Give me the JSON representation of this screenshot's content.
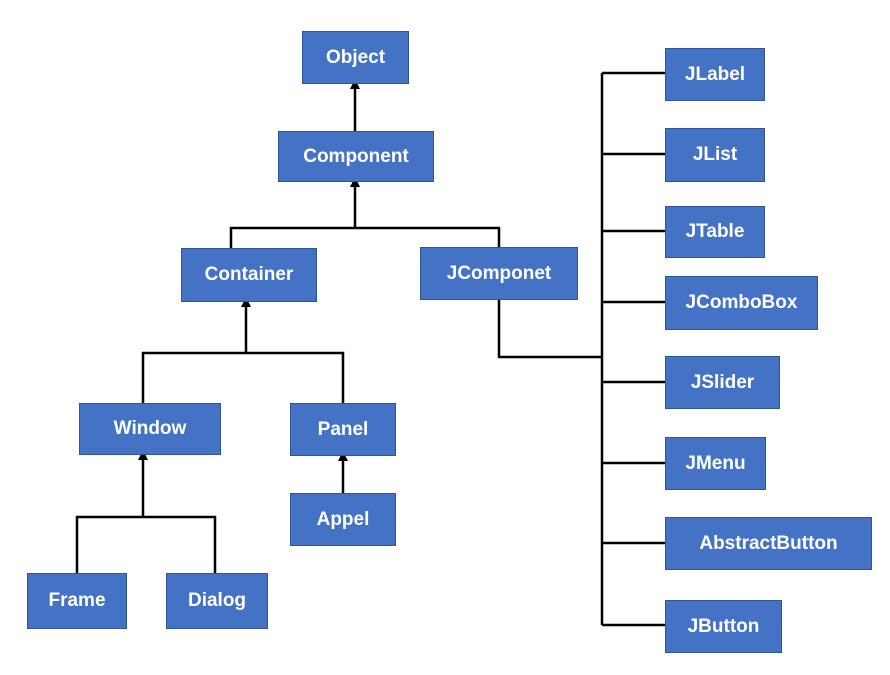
{
  "diagram": {
    "nodes": {
      "object": "Object",
      "component": "Component",
      "container": "Container",
      "jcomponent": "JComponet",
      "window": "Window",
      "panel": "Panel",
      "applet": "Appel",
      "frame": "Frame",
      "dialog": "Dialog",
      "jlabel": "JLabel",
      "jlist": "JList",
      "jtable": "JTable",
      "jcombobox": "JComboBox",
      "jslider": "JSlider",
      "jmenu": "JMenu",
      "abstractbutton": "AbstractButton",
      "jbutton": "JButton"
    },
    "edges": [
      {
        "from": "component",
        "to": "object"
      },
      {
        "from": "container",
        "to": "component"
      },
      {
        "from": "jcomponent",
        "to": "component"
      },
      {
        "from": "window",
        "to": "container"
      },
      {
        "from": "panel",
        "to": "container"
      },
      {
        "from": "applet",
        "to": "panel"
      },
      {
        "from": "frame",
        "to": "window"
      },
      {
        "from": "dialog",
        "to": "window"
      },
      {
        "from": "jlabel",
        "to": "jcomponent"
      },
      {
        "from": "jlist",
        "to": "jcomponent"
      },
      {
        "from": "jtable",
        "to": "jcomponent"
      },
      {
        "from": "jcombobox",
        "to": "jcomponent"
      },
      {
        "from": "jslider",
        "to": "jcomponent"
      },
      {
        "from": "jmenu",
        "to": "jcomponent"
      },
      {
        "from": "abstractbutton",
        "to": "jcomponent"
      },
      {
        "from": "jbutton",
        "to": "jcomponent"
      }
    ],
    "colors": {
      "box_fill": "#4472C4",
      "box_border": "#2F5597",
      "text": "#FFFFFF",
      "line": "#000000"
    }
  }
}
